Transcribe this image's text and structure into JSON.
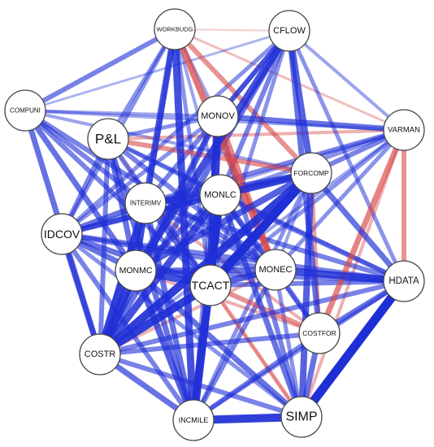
{
  "colors": {
    "positive_edge": "#1f2fd6",
    "negative_edge": "#d84a4a",
    "node_fill": "#ffffff",
    "node_stroke": "#444444",
    "background": "#ffffff"
  },
  "network": {
    "nodes": [
      {
        "id": "WORKBUDG",
        "label": "WORKBUDG"
      },
      {
        "id": "CFLOW",
        "label": "CFLOW"
      },
      {
        "id": "COMPUNI",
        "label": "COMPUNI"
      },
      {
        "id": "MONOV",
        "label": "MONOV"
      },
      {
        "id": "VARMAN",
        "label": "VARMAN"
      },
      {
        "id": "P&L",
        "label": "P&L"
      },
      {
        "id": "FORCOMP",
        "label": "FORCOMP"
      },
      {
        "id": "MONLC",
        "label": "MONLC"
      },
      {
        "id": "INTERIMV",
        "label": "INTERIMV"
      },
      {
        "id": "IDCOV",
        "label": "IDCOV"
      },
      {
        "id": "MONMC",
        "label": "MONMC"
      },
      {
        "id": "MONEC",
        "label": "MONEC"
      },
      {
        "id": "TCACT",
        "label": "TCACT"
      },
      {
        "id": "HDATA",
        "label": "HDATA"
      },
      {
        "id": "COSTFOR",
        "label": "COSTFOR"
      },
      {
        "id": "COSTR",
        "label": "COSTR"
      },
      {
        "id": "SIMP",
        "label": "SIMP"
      },
      {
        "id": "INCMILE",
        "label": "INCMILE"
      }
    ],
    "edges": [
      {
        "source": "WORKBUDG",
        "target": "INCMILE",
        "sign": "positive",
        "weight": 0.8
      },
      {
        "source": "WORKBUDG",
        "target": "INTERIMV",
        "sign": "positive",
        "weight": 0.7
      },
      {
        "source": "WORKBUDG",
        "target": "MONEC",
        "sign": "negative",
        "weight": 0.7
      },
      {
        "source": "WORKBUDG",
        "target": "FORCOMP",
        "sign": "negative",
        "weight": 0.5
      },
      {
        "source": "WORKBUDG",
        "target": "COMPUNI",
        "sign": "positive",
        "weight": 0.5
      },
      {
        "source": "WORKBUDG",
        "target": "P&L",
        "sign": "positive",
        "weight": 0.4
      },
      {
        "source": "WORKBUDG",
        "target": "IDCOV",
        "sign": "positive",
        "weight": 0.4
      },
      {
        "source": "WORKBUDG",
        "target": "MONMC",
        "sign": "positive",
        "weight": 0.5
      },
      {
        "source": "WORKBUDG",
        "target": "TCACT",
        "sign": "positive",
        "weight": 0.4
      },
      {
        "source": "WORKBUDG",
        "target": "MONLC",
        "sign": "positive",
        "weight": 0.3
      },
      {
        "source": "WORKBUDG",
        "target": "VARMAN",
        "sign": "negative",
        "weight": 0.2
      },
      {
        "source": "WORKBUDG",
        "target": "MONOV",
        "sign": "positive",
        "weight": 0.3
      },
      {
        "source": "WORKBUDG",
        "target": "CFLOW",
        "sign": "negative",
        "weight": 0.1
      },
      {
        "source": "CFLOW",
        "target": "MONMC",
        "sign": "positive",
        "weight": 0.8
      },
      {
        "source": "CFLOW",
        "target": "COSTFOR",
        "sign": "positive",
        "weight": 0.6
      },
      {
        "source": "CFLOW",
        "target": "FORCOMP",
        "sign": "positive",
        "weight": 0.7
      },
      {
        "source": "CFLOW",
        "target": "MONOV",
        "sign": "positive",
        "weight": 0.5
      },
      {
        "source": "CFLOW",
        "target": "MONLC",
        "sign": "positive",
        "weight": 0.5
      },
      {
        "source": "CFLOW",
        "target": "COSTR",
        "sign": "positive",
        "weight": 0.6
      },
      {
        "source": "CFLOW",
        "target": "INTERIMV",
        "sign": "positive",
        "weight": 0.5
      },
      {
        "source": "CFLOW",
        "target": "HDATA",
        "sign": "positive",
        "weight": 0.4
      },
      {
        "source": "CFLOW",
        "target": "IDCOV",
        "sign": "positive",
        "weight": 0.4
      },
      {
        "source": "CFLOW",
        "target": "VARMAN",
        "sign": "positive",
        "weight": 0.3
      },
      {
        "source": "CFLOW",
        "target": "COMPUNI",
        "sign": "positive",
        "weight": 0.2
      },
      {
        "source": "CFLOW",
        "target": "TCACT",
        "sign": "positive",
        "weight": 0.4
      },
      {
        "source": "COMPUNI",
        "target": "MONEC",
        "sign": "positive",
        "weight": 0.5
      },
      {
        "source": "COMPUNI",
        "target": "MONMC",
        "sign": "positive",
        "weight": 0.6
      },
      {
        "source": "COMPUNI",
        "target": "COSTR",
        "sign": "positive",
        "weight": 0.6
      },
      {
        "source": "COMPUNI",
        "target": "INTERIMV",
        "sign": "positive",
        "weight": 0.5
      },
      {
        "source": "COMPUNI",
        "target": "TCACT",
        "sign": "positive",
        "weight": 0.5
      },
      {
        "source": "COMPUNI",
        "target": "MONOV",
        "sign": "positive",
        "weight": 0.3
      },
      {
        "source": "COMPUNI",
        "target": "FORCOMP",
        "sign": "positive",
        "weight": 0.3
      },
      {
        "source": "COMPUNI",
        "target": "VARMAN",
        "sign": "positive",
        "weight": 0.3
      },
      {
        "source": "MONOV",
        "target": "TCACT",
        "sign": "positive",
        "weight": 0.9
      },
      {
        "source": "MONOV",
        "target": "VARMAN",
        "sign": "positive",
        "weight": 0.6
      },
      {
        "source": "MONOV",
        "target": "COSTR",
        "sign": "positive",
        "weight": 0.6
      },
      {
        "source": "MONOV",
        "target": "MONEC",
        "sign": "negative",
        "weight": 0.6
      },
      {
        "source": "MONOV",
        "target": "MONMC",
        "sign": "positive",
        "weight": 0.5
      },
      {
        "source": "MONOV",
        "target": "IDCOV",
        "sign": "positive",
        "weight": 0.4
      },
      {
        "source": "MONOV",
        "target": "P&L",
        "sign": "positive",
        "weight": 0.4
      },
      {
        "source": "MONOV",
        "target": "SIMP",
        "sign": "positive",
        "weight": 0.5
      },
      {
        "source": "MONOV",
        "target": "INCMILE",
        "sign": "positive",
        "weight": 0.4
      },
      {
        "source": "VARMAN",
        "target": "COSTFOR",
        "sign": "negative",
        "weight": 0.6
      },
      {
        "source": "VARMAN",
        "target": "HDATA",
        "sign": "negative",
        "weight": 0.5
      },
      {
        "source": "VARMAN",
        "target": "MONEC",
        "sign": "positive",
        "weight": 0.4
      },
      {
        "source": "VARMAN",
        "target": "INTERIMV",
        "sign": "positive",
        "weight": 0.5
      },
      {
        "source": "VARMAN",
        "target": "FORCOMP",
        "sign": "positive",
        "weight": 0.5
      },
      {
        "source": "VARMAN",
        "target": "MONLC",
        "sign": "positive",
        "weight": 0.4
      },
      {
        "source": "VARMAN",
        "target": "P&L",
        "sign": "negative",
        "weight": 0.3
      },
      {
        "source": "VARMAN",
        "target": "TCACT",
        "sign": "positive",
        "weight": 0.4
      },
      {
        "source": "VARMAN",
        "target": "SIMP",
        "sign": "negative",
        "weight": 0.3
      },
      {
        "source": "VARMAN",
        "target": "IDCOV",
        "sign": "positive",
        "weight": 0.3
      },
      {
        "source": "VARMAN",
        "target": "COSTR",
        "sign": "positive",
        "weight": 0.3
      },
      {
        "source": "P&L",
        "target": "MONMC",
        "sign": "positive",
        "weight": 0.6
      },
      {
        "source": "P&L",
        "target": "COSTR",
        "sign": "positive",
        "weight": 0.5
      },
      {
        "source": "P&L",
        "target": "MONEC",
        "sign": "positive",
        "weight": 0.5
      },
      {
        "source": "P&L",
        "target": "FORCOMP",
        "sign": "negative",
        "weight": 0.5
      },
      {
        "source": "P&L",
        "target": "MONLC",
        "sign": "positive",
        "weight": 0.4
      },
      {
        "source": "P&L",
        "target": "TCACT",
        "sign": "positive",
        "weight": 0.5
      },
      {
        "source": "P&L",
        "target": "IDCOV",
        "sign": "positive",
        "weight": 0.5
      },
      {
        "source": "P&L",
        "target": "INCMILE",
        "sign": "positive",
        "weight": 0.6
      },
      {
        "source": "P&L",
        "target": "HDATA",
        "sign": "positive",
        "weight": 0.4
      },
      {
        "source": "P&L",
        "target": "SIMP",
        "sign": "negative",
        "weight": 0.2
      },
      {
        "source": "FORCOMP",
        "target": "TCACT",
        "sign": "positive",
        "weight": 1.0
      },
      {
        "source": "FORCOMP",
        "target": "COSTR",
        "sign": "positive",
        "weight": 0.9
      },
      {
        "source": "FORCOMP",
        "target": "MONLC",
        "sign": "positive",
        "weight": 0.8
      },
      {
        "source": "FORCOMP",
        "target": "SIMP",
        "sign": "positive",
        "weight": 0.7
      },
      {
        "source": "FORCOMP",
        "target": "HDATA",
        "sign": "positive",
        "weight": 0.6
      },
      {
        "source": "FORCOMP",
        "target": "MONMC",
        "sign": "positive",
        "weight": 0.7
      },
      {
        "source": "FORCOMP",
        "target": "INTERIMV",
        "sign": "positive",
        "weight": 0.6
      },
      {
        "source": "FORCOMP",
        "target": "IDCOV",
        "sign": "positive",
        "weight": 0.5
      },
      {
        "source": "FORCOMP",
        "target": "COSTFOR",
        "sign": "negative",
        "weight": 0.4
      },
      {
        "source": "FORCOMP",
        "target": "INCMILE",
        "sign": "positive",
        "weight": 0.4
      },
      {
        "source": "FORCOMP",
        "target": "MONEC",
        "sign": "positive",
        "weight": 0.3
      },
      {
        "source": "MONLC",
        "target": "COSTR",
        "sign": "positive",
        "weight": 0.8
      },
      {
        "source": "MONLC",
        "target": "INCMILE",
        "sign": "positive",
        "weight": 0.9
      },
      {
        "source": "MONLC",
        "target": "INTERIMV",
        "sign": "positive",
        "weight": 0.7
      },
      {
        "source": "MONLC",
        "target": "MONMC",
        "sign": "positive",
        "weight": 0.6
      },
      {
        "source": "MONLC",
        "target": "MONEC",
        "sign": "positive",
        "weight": 0.6
      },
      {
        "source": "MONLC",
        "target": "IDCOV",
        "sign": "positive",
        "weight": 0.6
      },
      {
        "source": "MONLC",
        "target": "TCACT",
        "sign": "positive",
        "weight": 0.7
      },
      {
        "source": "MONLC",
        "target": "SIMP",
        "sign": "positive",
        "weight": 0.6
      },
      {
        "source": "MONLC",
        "target": "HDATA",
        "sign": "positive",
        "weight": 0.5
      },
      {
        "source": "MONLC",
        "target": "COSTFOR",
        "sign": "positive",
        "weight": 0.4
      },
      {
        "source": "INTERIMV",
        "target": "COSTR",
        "sign": "positive",
        "weight": 0.9
      },
      {
        "source": "INTERIMV",
        "target": "MONMC",
        "sign": "positive",
        "weight": 0.6
      },
      {
        "source": "INTERIMV",
        "target": "IDCOV",
        "sign": "positive",
        "weight": 0.6
      },
      {
        "source": "INTERIMV",
        "target": "TCACT",
        "sign": "positive",
        "weight": 0.6
      },
      {
        "source": "INTERIMV",
        "target": "MONEC",
        "sign": "positive",
        "weight": 0.5
      },
      {
        "source": "INTERIMV",
        "target": "HDATA",
        "sign": "positive",
        "weight": 0.5
      },
      {
        "source": "INTERIMV",
        "target": "INCMILE",
        "sign": "positive",
        "weight": 0.6
      },
      {
        "source": "INTERIMV",
        "target": "COSTFOR",
        "sign": "negative",
        "weight": 0.3
      },
      {
        "source": "IDCOV",
        "target": "MONMC",
        "sign": "positive",
        "weight": 0.6
      },
      {
        "source": "IDCOV",
        "target": "COSTR",
        "sign": "positive",
        "weight": 0.6
      },
      {
        "source": "IDCOV",
        "target": "TCACT",
        "sign": "positive",
        "weight": 0.6
      },
      {
        "source": "IDCOV",
        "target": "INCMILE",
        "sign": "positive",
        "weight": 0.5
      },
      {
        "source": "IDCOV",
        "target": "MONEC",
        "sign": "positive",
        "weight": 0.5
      },
      {
        "source": "IDCOV",
        "target": "HDATA",
        "sign": "positive",
        "weight": 0.5
      },
      {
        "source": "IDCOV",
        "target": "SIMP",
        "sign": "positive",
        "weight": 0.4
      },
      {
        "source": "MONMC",
        "target": "TCACT",
        "sign": "positive",
        "weight": 0.8
      },
      {
        "source": "MONMC",
        "target": "COSTR",
        "sign": "positive",
        "weight": 0.9
      },
      {
        "source": "MONMC",
        "target": "INCMILE",
        "sign": "positive",
        "weight": 0.7
      },
      {
        "source": "MONMC",
        "target": "MONEC",
        "sign": "positive",
        "weight": 0.6
      },
      {
        "source": "MONMC",
        "target": "SIMP",
        "sign": "positive",
        "weight": 0.6
      },
      {
        "source": "MONMC",
        "target": "COSTFOR",
        "sign": "negative",
        "weight": 0.3
      },
      {
        "source": "MONMC",
        "target": "HDATA",
        "sign": "positive",
        "weight": 0.5
      },
      {
        "source": "MONEC",
        "target": "TCACT",
        "sign": "positive",
        "weight": 0.7
      },
      {
        "source": "MONEC",
        "target": "HDATA",
        "sign": "positive",
        "weight": 0.8
      },
      {
        "source": "MONEC",
        "target": "COSTFOR",
        "sign": "positive",
        "weight": 0.5
      },
      {
        "source": "MONEC",
        "target": "COSTR",
        "sign": "negative",
        "weight": 0.3
      },
      {
        "source": "MONEC",
        "target": "INCMILE",
        "sign": "positive",
        "weight": 0.5
      },
      {
        "source": "MONEC",
        "target": "SIMP",
        "sign": "positive",
        "weight": 0.4
      },
      {
        "source": "TCACT",
        "target": "COSTR",
        "sign": "positive",
        "weight": 0.9
      },
      {
        "source": "TCACT",
        "target": "INCMILE",
        "sign": "positive",
        "weight": 0.6
      },
      {
        "source": "TCACT",
        "target": "SIMP",
        "sign": "negative",
        "weight": 0.4
      },
      {
        "source": "TCACT",
        "target": "COSTFOR",
        "sign": "negative",
        "weight": 0.5
      },
      {
        "source": "TCACT",
        "target": "HDATA",
        "sign": "positive",
        "weight": 0.5
      },
      {
        "source": "HDATA",
        "target": "SIMP",
        "sign": "positive",
        "weight": 1.0
      },
      {
        "source": "HDATA",
        "target": "COSTFOR",
        "sign": "positive",
        "weight": 0.6
      },
      {
        "source": "HDATA",
        "target": "COSTR",
        "sign": "positive",
        "weight": 0.5
      },
      {
        "source": "HDATA",
        "target": "INCMILE",
        "sign": "positive",
        "weight": 0.4
      },
      {
        "source": "COSTFOR",
        "target": "SIMP",
        "sign": "positive",
        "weight": 0.6
      },
      {
        "source": "COSTFOR",
        "target": "INCMILE",
        "sign": "positive",
        "weight": 0.5
      },
      {
        "source": "COSTFOR",
        "target": "COSTR",
        "sign": "positive",
        "weight": 0.5
      },
      {
        "source": "COSTR",
        "target": "INCMILE",
        "sign": "positive",
        "weight": 0.6
      },
      {
        "source": "COSTR",
        "target": "SIMP",
        "sign": "positive",
        "weight": 0.5
      },
      {
        "source": "SIMP",
        "target": "INCMILE",
        "sign": "positive",
        "weight": 0.9
      }
    ]
  }
}
